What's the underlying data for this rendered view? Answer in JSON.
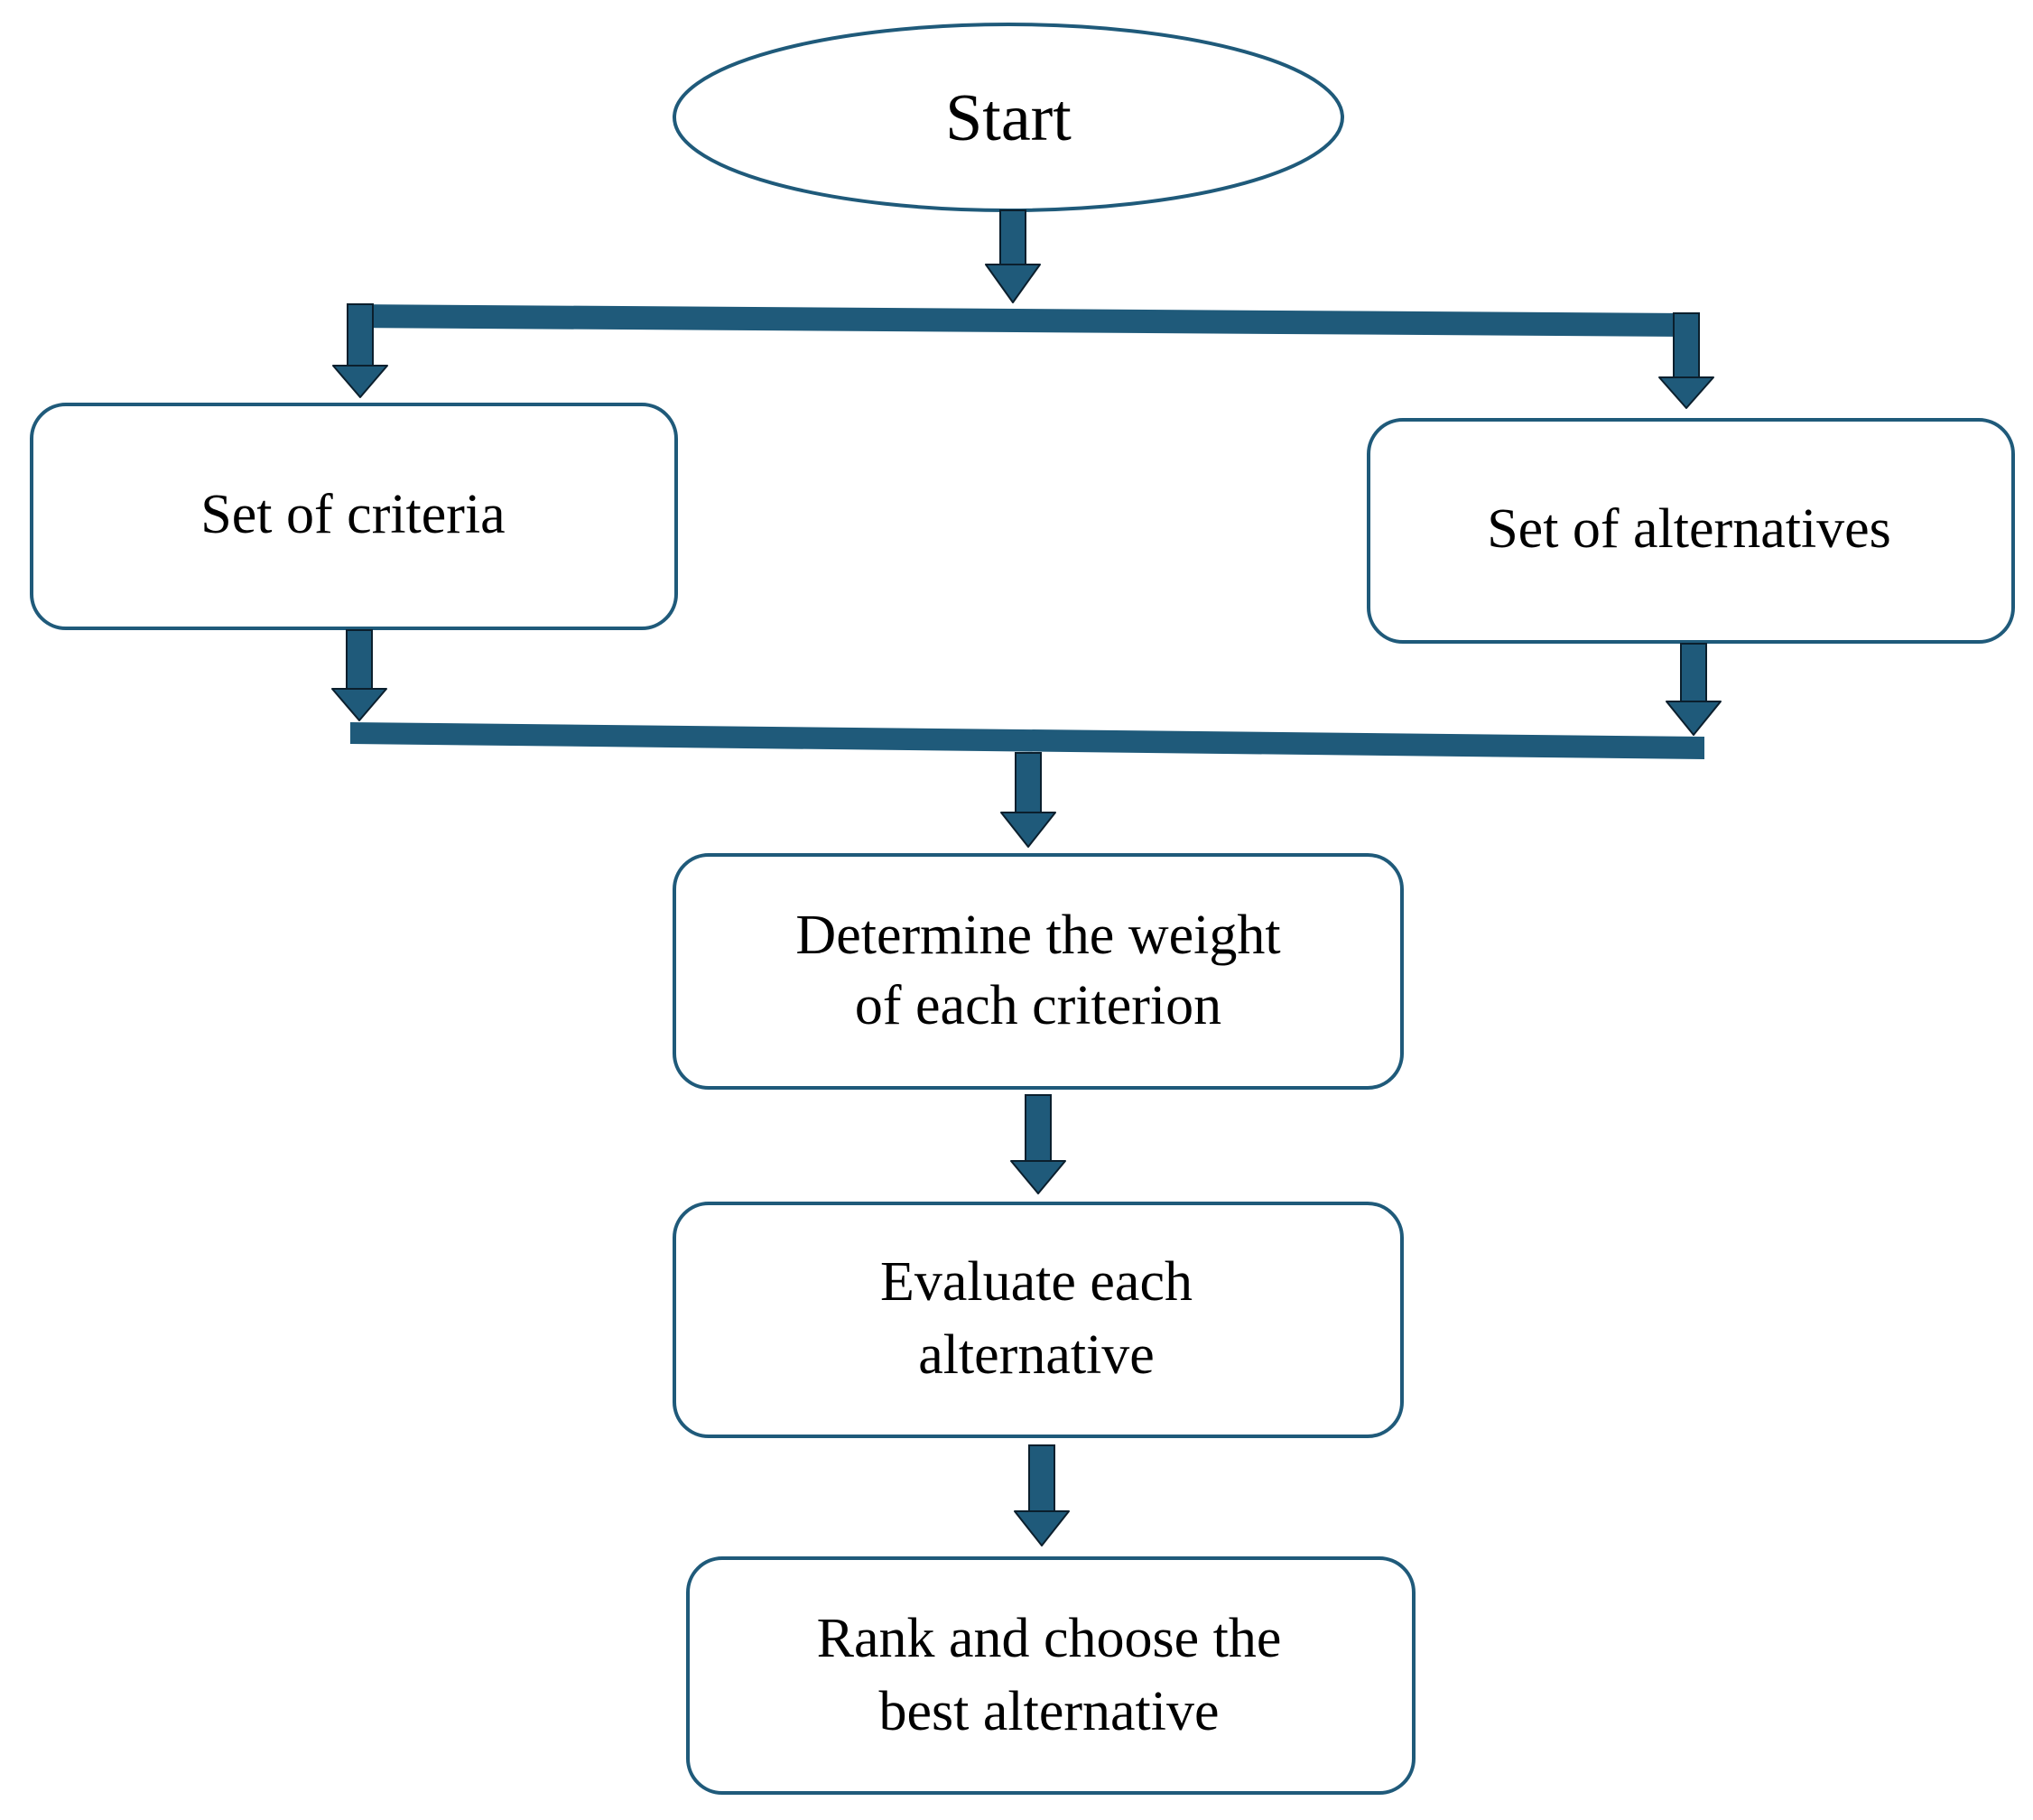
{
  "diagram": {
    "type": "flowchart",
    "colors": {
      "stroke": "#1f5a7a",
      "arrow_fill": "#1f5a7a",
      "arrow_outline": "#0b1f2d",
      "text": "#000000",
      "background": "#ffffff"
    },
    "nodes": {
      "start": {
        "shape": "ellipse",
        "label": "Start"
      },
      "criteria": {
        "shape": "rounded-rectangle",
        "label": "Set of criteria"
      },
      "alternatives": {
        "shape": "rounded-rectangle",
        "label": "Set of alternatives"
      },
      "weight": {
        "shape": "rounded-rectangle",
        "label_line1": "Determine the weight",
        "label_line2": "of each criterion"
      },
      "evaluate": {
        "shape": "rounded-rectangle",
        "label_line1": "Evaluate each",
        "label_line2": "alternative"
      },
      "rank": {
        "shape": "rounded-rectangle",
        "label_line1": "Rank and choose the",
        "label_line2": "best alternative"
      }
    },
    "edges": [
      {
        "from": "start",
        "to": "criteria"
      },
      {
        "from": "start",
        "to": "alternatives"
      },
      {
        "from": "criteria",
        "to": "weight"
      },
      {
        "from": "alternatives",
        "to": "weight"
      },
      {
        "from": "weight",
        "to": "evaluate"
      },
      {
        "from": "evaluate",
        "to": "rank"
      }
    ]
  }
}
